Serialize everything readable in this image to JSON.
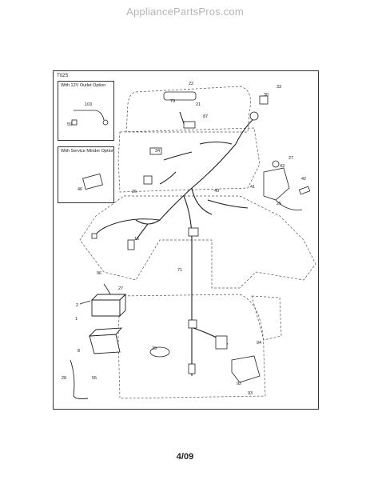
{
  "watermark": "AppliancePartsPros.com",
  "diagram_code": "T02S",
  "inset_12v": {
    "title": "With 12V Outlet Option",
    "labels": [
      "103",
      "59"
    ]
  },
  "inset_minder": {
    "title": "With Service Minder Option",
    "labels": [
      "46"
    ]
  },
  "part_labels": [
    "22",
    "79",
    "21",
    "33",
    "30",
    "87",
    "34",
    "27",
    "43",
    "41",
    "42",
    "25",
    "26",
    "40",
    "16",
    "71",
    "96",
    "27",
    "2",
    "1",
    "8",
    "29",
    "94",
    "28",
    "55",
    "92",
    "93"
  ],
  "footer": "4/09"
}
